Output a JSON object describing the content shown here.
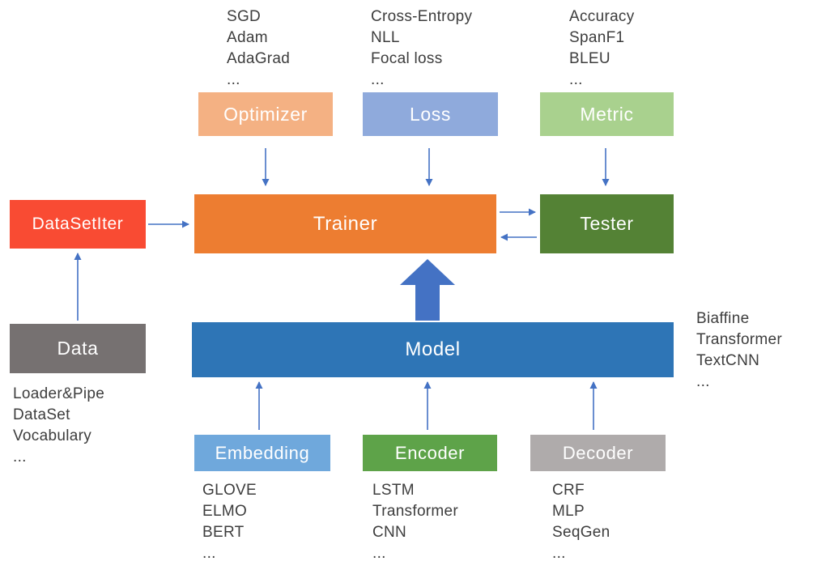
{
  "colors": {
    "arrow": "#4472C4",
    "optimizer": "#F4B183",
    "loss": "#8FAADC",
    "metric": "#A9D18E",
    "datasetiter": "#F94B33",
    "trainer": "#ED7D31",
    "tester": "#548235",
    "data": "#767171",
    "model": "#2E75B6",
    "embedding": "#6FA8DC",
    "encoder": "#5EA349",
    "decoder": "#AFABAB"
  },
  "boxes": {
    "optimizer": {
      "label": "Optimizer"
    },
    "loss": {
      "label": "Loss"
    },
    "metric": {
      "label": "Metric"
    },
    "datasetiter": {
      "label": "DataSetIter"
    },
    "trainer": {
      "label": "Trainer"
    },
    "tester": {
      "label": "Tester"
    },
    "data": {
      "label": "Data"
    },
    "model": {
      "label": "Model"
    },
    "embedding": {
      "label": "Embedding"
    },
    "encoder": {
      "label": "Encoder"
    },
    "decoder": {
      "label": "Decoder"
    }
  },
  "annotations": {
    "optimizer_examples": [
      "SGD",
      "Adam",
      "AdaGrad",
      "..."
    ],
    "loss_examples": [
      "Cross-Entropy",
      "NLL",
      "Focal loss",
      "..."
    ],
    "metric_examples": [
      "Accuracy",
      "SpanF1",
      "BLEU",
      "..."
    ],
    "data_examples": [
      "Loader&Pipe",
      "DataSet",
      "Vocabulary",
      "..."
    ],
    "model_examples": [
      "Biaffine",
      "Transformer",
      "TextCNN",
      "..."
    ],
    "embedding_examples": [
      "GLOVE",
      "ELMO",
      "BERT",
      "..."
    ],
    "encoder_examples": [
      "LSTM",
      "Transformer",
      "CNN",
      "..."
    ],
    "decoder_examples": [
      "CRF",
      "MLP",
      "SeqGen",
      "..."
    ]
  }
}
